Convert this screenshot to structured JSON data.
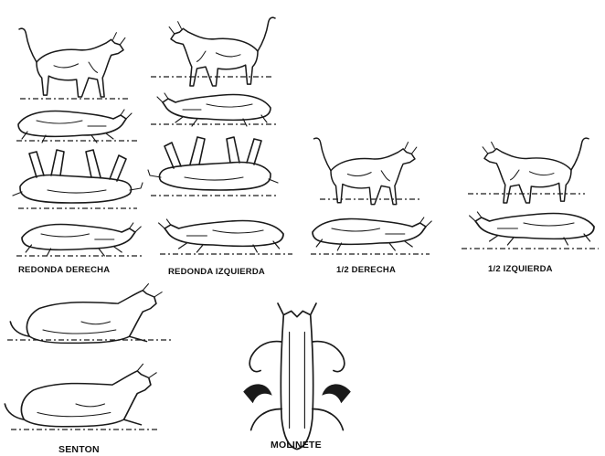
{
  "labels": {
    "redonda_derecha": "REDONDA DERECHA",
    "redonda_izquierda": "REDONDA IZQUIERDA",
    "media_derecha": "1/2 DERECHA",
    "media_izquierda": "1/2 IZQUIERDA",
    "senton": "SENTON",
    "molinete": "MOLINETE"
  },
  "icons": {
    "standing": "bull-standing-icon",
    "lying_side": "bull-lying-side-icon",
    "legs_up": "bull-on-back-icon",
    "sitting": "bull-sitting-icon",
    "top_view": "bull-top-view-spin-icon"
  }
}
